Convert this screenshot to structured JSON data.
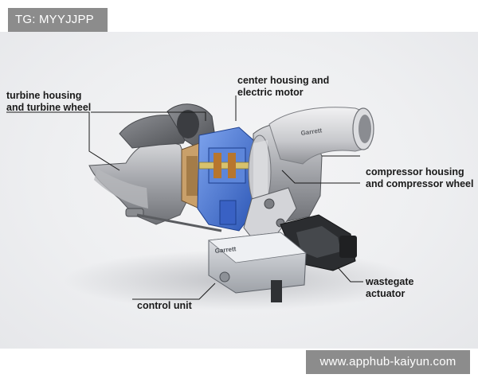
{
  "watermark_top": "TG: MYYJJPP",
  "watermark_bottom": "www.apphub-kaiyun.com",
  "brand_text": "Garrett",
  "labels": {
    "turbine": [
      "turbine housing",
      "and turbine wheel"
    ],
    "center": [
      "center housing and",
      "electric motor"
    ],
    "compressor": [
      "compressor housing",
      "and compressor wheel"
    ],
    "wastegate": [
      "wastegate",
      "actuator"
    ],
    "control": [
      "control unit"
    ]
  },
  "colors": {
    "badge": "#8c8c8c",
    "electric_motor": "#3f6fd0",
    "label_text": "#1a1a1a"
  }
}
